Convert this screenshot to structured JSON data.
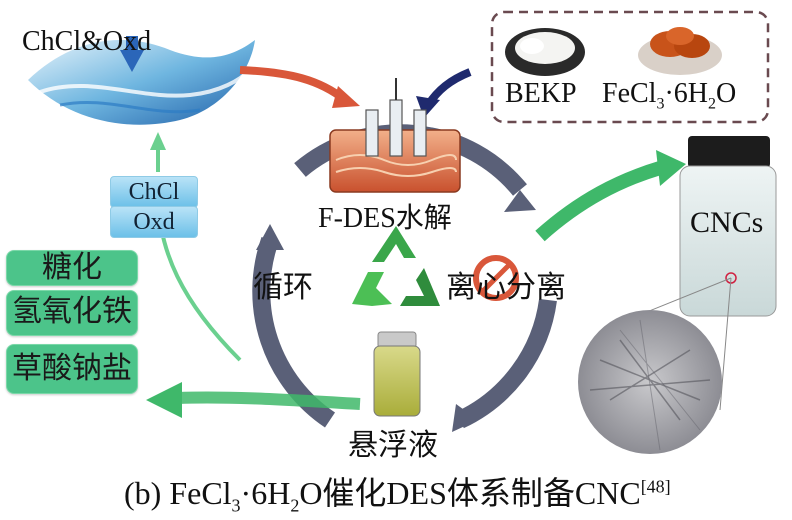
{
  "labels": {
    "input_top": "ChCl&Oxd",
    "bekp": "BEKP",
    "fecl_prefix": "FeCl",
    "fecl_sub3": "3",
    "fecl_mid": "·6H",
    "fecl_sub2": "2",
    "fecl_suffix": "O",
    "hydrolysis": "F-DES水解",
    "cycle": "循环",
    "centrifuge": "离心分离",
    "suspension": "悬浮液",
    "cncs": "CNCs",
    "chcl": "ChCl",
    "oxd": "Oxd",
    "box1": "糖化",
    "box2": "氢氧化铁",
    "box3": "草酸钠盐"
  },
  "caption": {
    "prefix": "(b) FeCl",
    "sub3": "3",
    "mid": "·6H",
    "sub2": "2",
    "suffix": "O催化DES体系制备CNC",
    "ref": "[48]"
  },
  "colors": {
    "arrow_green": "#3fb86a",
    "arrow_red": "#d9573a",
    "arrow_navy": "#1f2a6e",
    "cycle_ring": "#5a6078",
    "box_green": "#4cc48a",
    "box_blue": "#7cc8ea"
  }
}
